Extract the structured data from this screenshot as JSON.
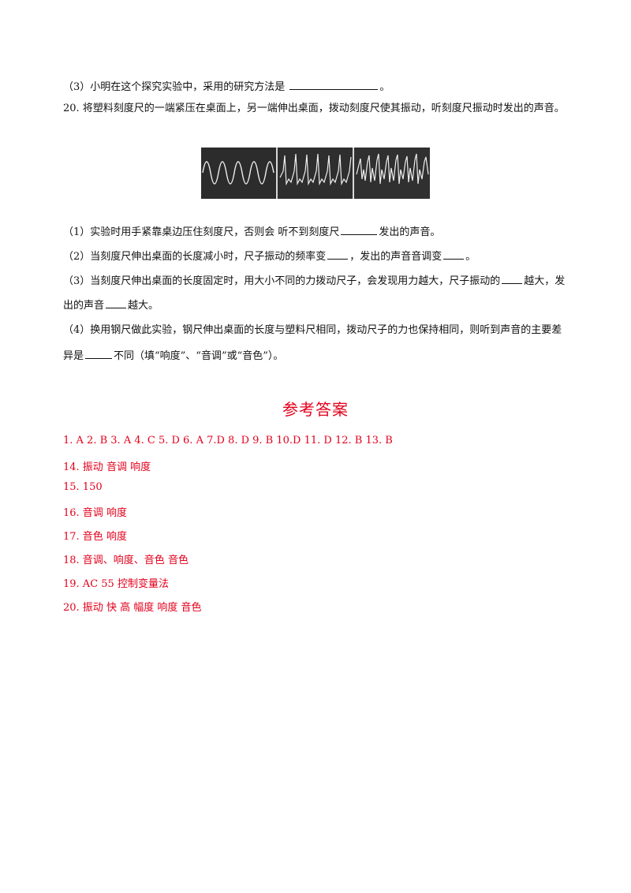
{
  "questions": {
    "q19_3": {
      "pre": "（3）小明在这个探究实验中，采用的研究方法是",
      "post": "。"
    },
    "q20_stem": "20. 将塑料刻度尺的一端紧压在桌面上，另一端伸出桌面，拨动刻度尺使其振动，听刻度尺振动时发出的声音。",
    "q20_1": {
      "pre": "（1）实验时用手紧靠桌边压住刻度尺，否则会 听不到刻度尺",
      "post": "发出的声音。"
    },
    "q20_2": {
      "pre": "（2）当刻度尺伸出桌面的长度减小时，尺子振动的频率变",
      "mid": "，发出的声音音调变",
      "post": "。"
    },
    "q20_3a": {
      "pre": "（3）当刻度尺伸出桌面的长度固定时，用大小不同的力拨动尺子，会发现用力越大，尺子振动的",
      "post": "越大，发"
    },
    "q20_3b": {
      "pre": "出的声音",
      "post": "越大。"
    },
    "q20_4a": "（4）换用钢尺做此实验，钢尺伸出桌面的长度与塑料尺相同，拨动尺子的力也保持相同，则听到声音的主要差",
    "q20_4b": {
      "pre": "异是",
      "post": "不同（填“响度”、“音调”或“音色”）。"
    }
  },
  "answers": {
    "title": "参考答案",
    "lines": [
      "1.  A  2. B  3. A  4. C  5. D       6. A 7.D 8. D 9. B 10.D 11. D 12. B 13. B",
      "14. 振动  音调  响度",
      "15. 150",
      "16. 音调  响度",
      "17. 音色    响度",
      "18. 音调、响度、音色  音色",
      "19. AC  55  控制变量法",
      "20. 振动  快  高  幅度  响度  音色"
    ]
  },
  "colors": {
    "answer": "#e3001b",
    "text": "#111111"
  }
}
